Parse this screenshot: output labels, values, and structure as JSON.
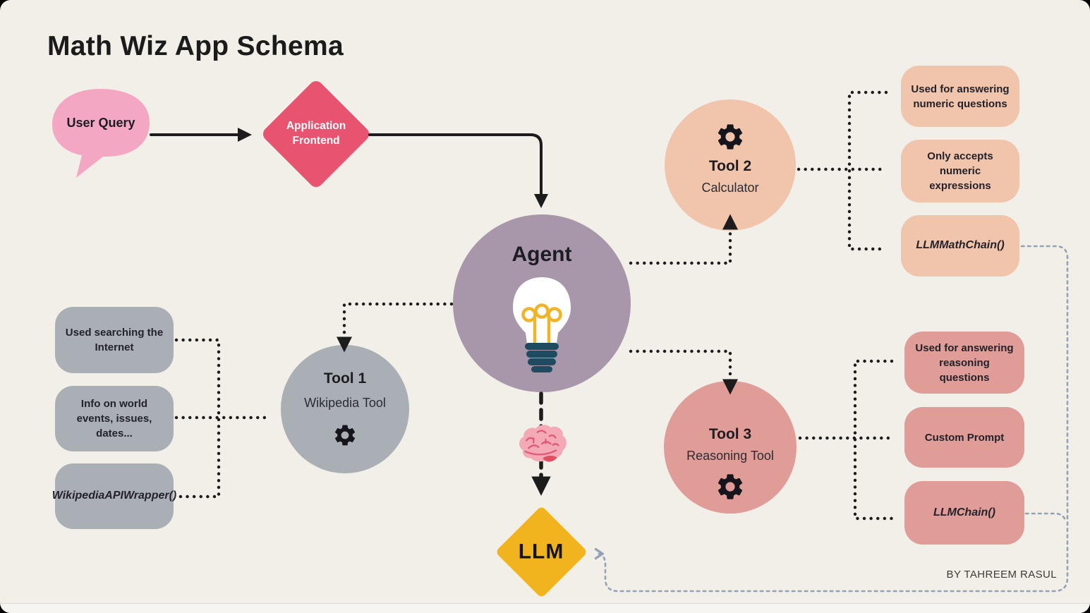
{
  "title": "Math Wiz App Schema",
  "credit": "BY TAHREEM RASUL",
  "nodes": {
    "user_query": {
      "label": "User Query"
    },
    "frontend": {
      "label": "Application Frontend"
    },
    "agent": {
      "label": "Agent",
      "icon": "lightbulb-icon"
    },
    "tool1": {
      "title": "Tool 1",
      "subtitle": "Wikipedia Tool",
      "icon": "gear-icon",
      "notes": [
        "Used searching the Internet",
        "Info on world events, issues, dates...",
        "WikipediaAPIWrapper()"
      ]
    },
    "tool2": {
      "title": "Tool 2",
      "subtitle": "Calculator",
      "icon": "gear-icon",
      "notes": [
        "Used for answering numeric questions",
        "Only accepts numeric expressions",
        "LLMMathChain()"
      ]
    },
    "tool3": {
      "title": "Tool 3",
      "subtitle": "Reasoning Tool",
      "icon": "gear-icon",
      "notes": [
        "Used for answering reasoning questions",
        "Custom Prompt",
        "LLMChain()"
      ]
    },
    "llm": {
      "label": "LLM",
      "input_icon": "brain-icon"
    }
  },
  "colors": {
    "background": "#F2EFE9",
    "bubble_pink": "#F3A7C3",
    "frontend_red": "#E85370",
    "agent_mauve": "#A897AA",
    "tool1_gray": "#A9AFB4",
    "tool2_peach": "#F1C4AC",
    "tool3_rose": "#E09C96",
    "llm_yellow": "#F2B41E",
    "ink": "#1D1C22",
    "connector_gray": "#93A2B4"
  }
}
